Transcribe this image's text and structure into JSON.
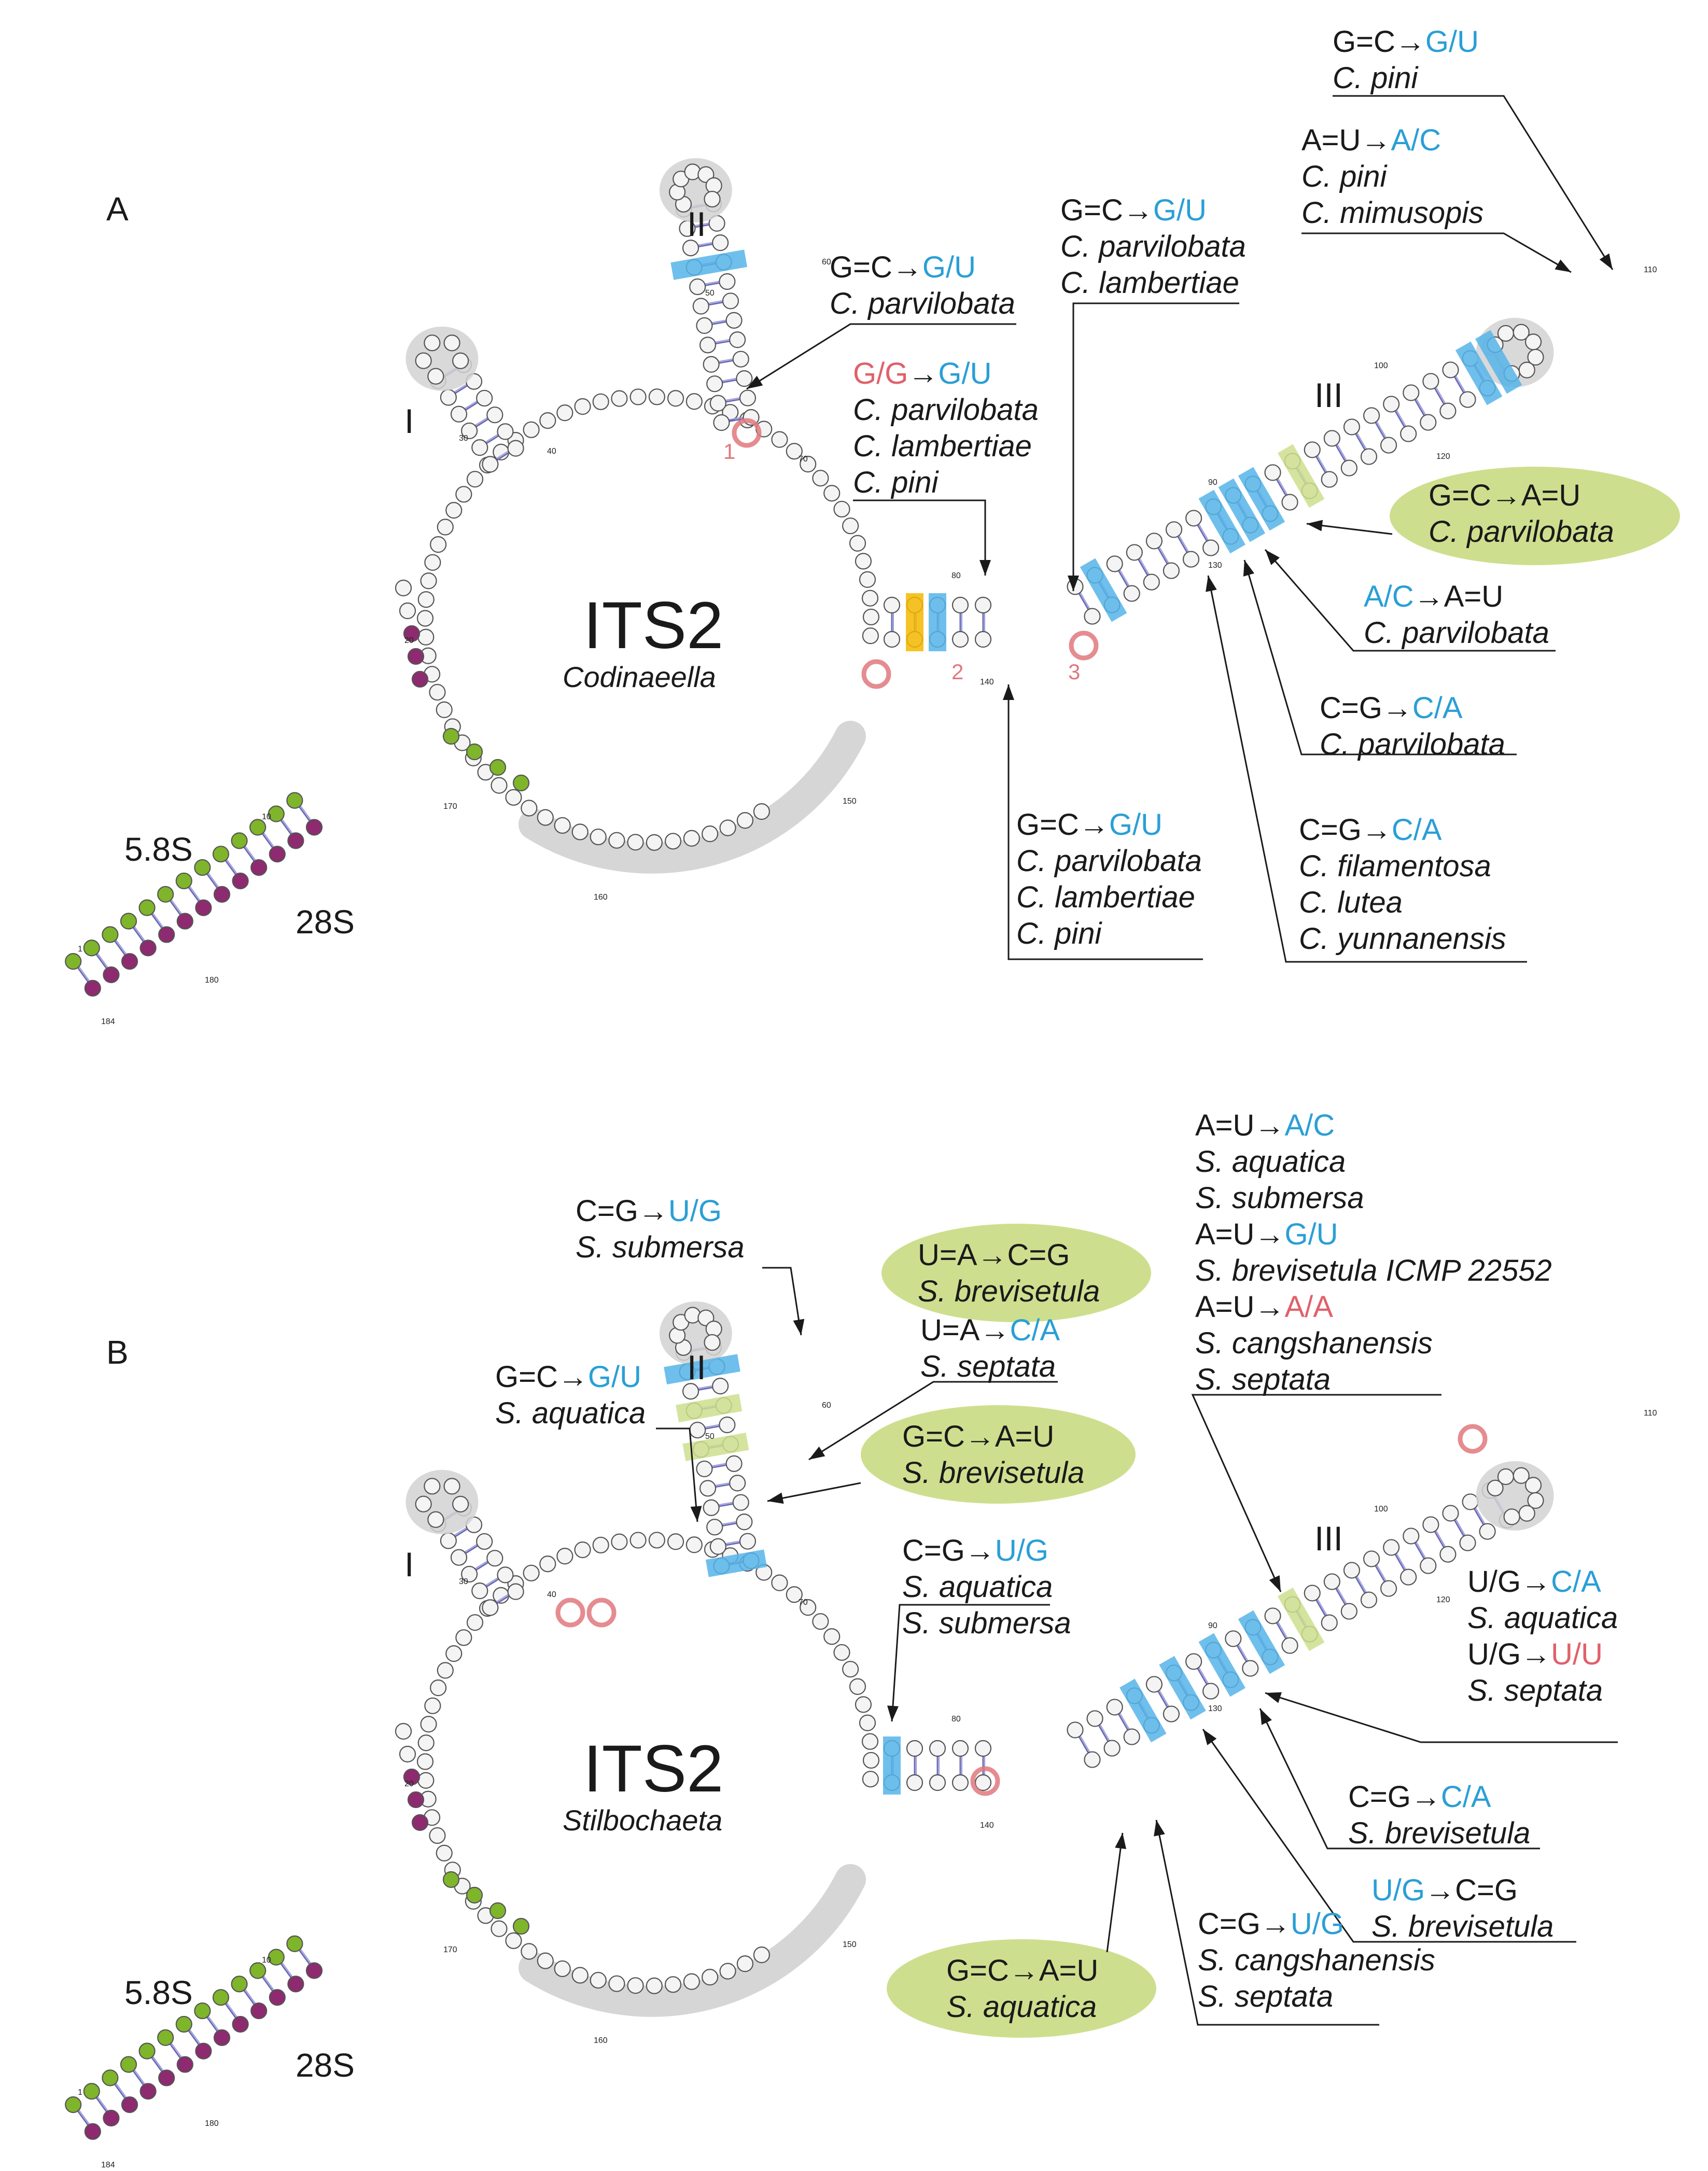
{
  "panels": [
    {
      "letter": "A",
      "title": "ITS2",
      "genus": "Codinaeella",
      "region_58s": "5.8S",
      "region_28s": "28S",
      "helices": [
        "I",
        "II",
        "III"
      ],
      "site_numbers": [
        "1",
        "2",
        "3"
      ],
      "position_numbers": [
        "1",
        "10",
        "20",
        "30",
        "40",
        "50",
        "60",
        "70",
        "80",
        "90",
        "100",
        "110",
        "120",
        "130",
        "140",
        "150",
        "160",
        "170",
        "180",
        "184"
      ],
      "annotations": [
        {
          "pre": "G=C",
          "arrow": "→",
          "post": "G/U",
          "post_color": "#2a9fd6",
          "species": [
            "C. pini"
          ]
        },
        {
          "pre": "A=U",
          "arrow": "→",
          "post": "A/C",
          "post_color": "#2a9fd6",
          "species": [
            "C. pini",
            "C. mimusopis"
          ]
        },
        {
          "pre": "G=C",
          "arrow": "→",
          "post": "G/U",
          "post_color": "#2a9fd6",
          "species": [
            "C. parvilobata"
          ]
        },
        {
          "pre": "G=C",
          "arrow": "→",
          "post": "G/U",
          "post_color": "#2a9fd6",
          "species": [
            "C. parvilobata",
            "C. lambertiae"
          ]
        },
        {
          "pre": "G/G",
          "pre_color": "#e0606a",
          "arrow": "→",
          "post": "G/U",
          "post_color": "#2a9fd6",
          "species": [
            "C. parvilobata",
            "C. lambertiae",
            "C. pini"
          ]
        },
        {
          "pre": "G=C",
          "arrow": "→",
          "post": "A=U",
          "species": [
            "C. parvilobata"
          ],
          "bubble": true
        },
        {
          "pre": "A/C",
          "pre_color": "#2a9fd6",
          "arrow": "→",
          "post": "A=U",
          "species": [
            "C. parvilobata"
          ]
        },
        {
          "pre": "C=G",
          "arrow": "→",
          "post": "C/A",
          "post_color": "#2a9fd6",
          "species": [
            "C. parvilobata"
          ]
        },
        {
          "pre": "G=C",
          "arrow": "→",
          "post": "G/U",
          "post_color": "#2a9fd6",
          "species": [
            "C. parvilobata",
            "C. lambertiae",
            "C. pini"
          ]
        },
        {
          "pre": "C=G",
          "arrow": "→",
          "post": "C/A",
          "post_color": "#2a9fd6",
          "species": [
            "C. filamentosa",
            "C. lutea",
            "C. yunnanensis"
          ]
        }
      ]
    },
    {
      "letter": "B",
      "title": "ITS2",
      "genus": "Stilbochaeta",
      "region_58s": "5.8S",
      "region_28s": "28S",
      "helices": [
        "I",
        "II",
        "III"
      ],
      "position_numbers": [
        "1",
        "10",
        "20",
        "30",
        "40",
        "50",
        "60",
        "70",
        "80",
        "90",
        "100",
        "110",
        "120",
        "130",
        "140",
        "150",
        "160",
        "170",
        "180",
        "184"
      ],
      "annotations": [
        {
          "pre": "C=G",
          "arrow": "→",
          "post": "U/G",
          "post_color": "#2a9fd6",
          "species": [
            "S. submersa"
          ]
        },
        {
          "pre": "U=A",
          "arrow": "→",
          "post": "C=G",
          "species": [
            "S. brevisetula"
          ],
          "bubble": true
        },
        {
          "pre": "U=A",
          "arrow": "→",
          "post": "C/A",
          "post_color": "#2a9fd6",
          "species": [
            "S. septata"
          ]
        },
        {
          "pre": "G=C",
          "arrow": "→",
          "post": "G/U",
          "post_color": "#2a9fd6",
          "species": [
            "S. aquatica"
          ]
        },
        {
          "pre": "G=C",
          "arrow": "→",
          "post": "A=U",
          "species": [
            "S. brevisetula"
          ],
          "bubble": true
        },
        {
          "pre": "A=U",
          "arrow": "→",
          "post": "A/C",
          "post_color": "#2a9fd6",
          "species": [
            "S. aquatica",
            "S. submersa"
          ]
        },
        {
          "pre": "A=U",
          "arrow": "→",
          "post": "G/U",
          "post_color": "#2a9fd6",
          "species": [
            "S. brevisetula ICMP 22552"
          ]
        },
        {
          "pre": "A=U",
          "arrow": "→",
          "post": "A/A",
          "post_color": "#e0606a",
          "species": [
            "S. cangshanensis",
            "S. septata"
          ]
        },
        {
          "pre": "C=G",
          "arrow": "→",
          "post": "U/G",
          "post_color": "#2a9fd6",
          "species": [
            "S. aquatica",
            "S. submersa"
          ]
        },
        {
          "pre": "U/G",
          "arrow": "→",
          "post": "C/A",
          "post_color": "#2a9fd6",
          "species": [
            "S. aquatica"
          ]
        },
        {
          "pre": "U/G",
          "arrow": "→",
          "post": "U/U",
          "post_color": "#e0606a",
          "species": [
            "S. septata"
          ]
        },
        {
          "pre": "C=G",
          "arrow": "→",
          "post": "C/A",
          "post_color": "#2a9fd6",
          "species": [
            "S. brevisetula"
          ]
        },
        {
          "pre": "U/G",
          "pre_color": "#2a9fd6",
          "arrow": "→",
          "post": "C=G",
          "species": [
            "S. brevisetula"
          ]
        },
        {
          "pre": "G=C",
          "arrow": "→",
          "post": "A=U",
          "species": [
            "S. aquatica"
          ],
          "bubble": true
        },
        {
          "pre": "C=G",
          "arrow": "→",
          "post": "U/G",
          "post_color": "#2a9fd6",
          "species": [
            "S. cangshanensis",
            "S. septata"
          ]
        }
      ]
    }
  ],
  "colors": {
    "cbc_blue": "#56b4e9",
    "green_bubble": "#cddf8e",
    "orange_site": "#f5b800",
    "pink_site": "#e0787e",
    "five_eight_s": "#8e2a70",
    "twenty_eight_s": "#7fb52a",
    "loop_grey": "#d2d2d2"
  }
}
